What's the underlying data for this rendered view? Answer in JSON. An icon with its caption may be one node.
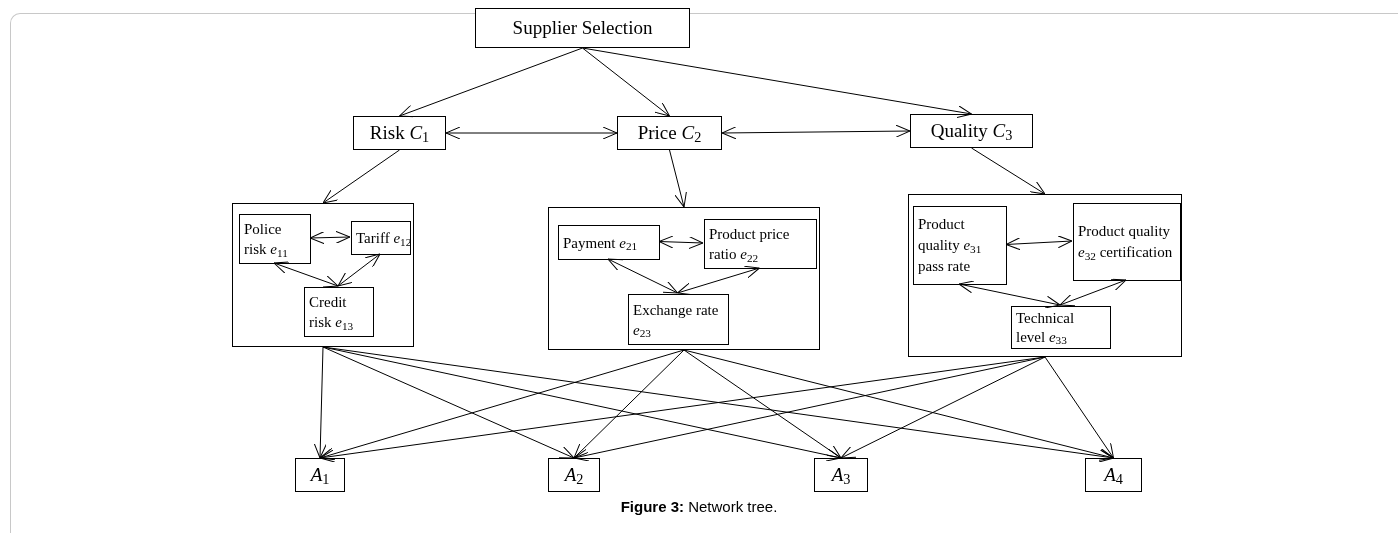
{
  "diagram": {
    "caption": "**Figure 3:** Network tree.",
    "nodes": [
      {
        "text": [
          "Supplier Selection"
        ]
      },
      {
        "text": [
          "Risk *C*$_{1}$"
        ]
      },
      {
        "text": [
          "Price *C*$_{2}$"
        ]
      },
      {
        "text": [
          "Quality *C*$_{3}$"
        ]
      },
      {
        "text": [],
        "shape": "box"
      },
      {
        "text": [
          "Police risk *e*$_{11}$"
        ],
        "in": 4
      },
      {
        "text": [
          "Tariff *e*$_{12}$"
        ],
        "in": 4
      },
      {
        "text": [
          "Credit risk *e*$_{13}$"
        ],
        "in": 4
      },
      {
        "text": [],
        "shape": "box"
      },
      {
        "text": [
          "Payment *e*$_{21}$"
        ],
        "in": 8
      },
      {
        "text": [
          "Product price ratio *e*$_{22}$"
        ],
        "in": 8
      },
      {
        "text": [
          "Exchange rate *e*$_{23}$"
        ],
        "in": 8
      },
      {
        "text": [],
        "shape": "box"
      },
      {
        "text": [
          "Product quality *e*$_{31}$ pass rate"
        ],
        "in": 12
      },
      {
        "text": [
          "Product quality *e*$_{32}$ certification"
        ],
        "in": 12
      },
      {
        "text": [
          "Technical level *e*$_{33}$"
        ],
        "in": 12
      },
      {
        "text": [
          "*A*$_{1}$"
        ]
      },
      {
        "text": [
          "*A*$_{2}$"
        ]
      },
      {
        "text": [
          "*A*$_{3}$"
        ]
      },
      {
        "text": [
          "*A*$_{4}$"
        ]
      }
    ],
    "edges": [
      {
        "from": 0,
        "to": 1,
        "arrow": "to"
      },
      {
        "from": 0,
        "to": 2,
        "arrow": "to"
      },
      {
        "from": 0,
        "to": 3,
        "arrow": "to"
      },
      {
        "from": 1,
        "to": 2,
        "arrow": "both"
      },
      {
        "from": 2,
        "to": 3,
        "arrow": "both"
      },
      {
        "from": 1,
        "to": 4,
        "arrow": "to"
      },
      {
        "from": 2,
        "to": 8,
        "arrow": "to"
      },
      {
        "from": 3,
        "to": 12,
        "arrow": "to"
      },
      {
        "from": 5,
        "to": 6,
        "arrow": "both"
      },
      {
        "from": 5,
        "to": 7,
        "arrow": "both"
      },
      {
        "from": 6,
        "to": 7,
        "arrow": "both"
      },
      {
        "from": 9,
        "to": 10,
        "arrow": "both"
      },
      {
        "from": 9,
        "to": 11,
        "arrow": "both"
      },
      {
        "from": 10,
        "to": 11,
        "arrow": "both"
      },
      {
        "from": 13,
        "to": 14,
        "arrow": "both"
      },
      {
        "from": 13,
        "to": 15,
        "arrow": "both"
      },
      {
        "from": 14,
        "to": 15,
        "arrow": "both"
      },
      {
        "from": 4,
        "to": 16,
        "arrow": "to"
      },
      {
        "from": 4,
        "to": 17,
        "arrow": "to"
      },
      {
        "from": 4,
        "to": 18,
        "arrow": "to"
      },
      {
        "from": 4,
        "to": 19,
        "arrow": "to"
      },
      {
        "from": 8,
        "to": 16,
        "arrow": "to"
      },
      {
        "from": 8,
        "to": 17,
        "arrow": "to"
      },
      {
        "from": 8,
        "to": 18,
        "arrow": "to"
      },
      {
        "from": 8,
        "to": 19,
        "arrow": "to"
      },
      {
        "from": 12,
        "to": 16,
        "arrow": "to"
      },
      {
        "from": 12,
        "to": 17,
        "arrow": "to"
      },
      {
        "from": 12,
        "to": 18,
        "arrow": "to"
      },
      {
        "from": 12,
        "to": 19,
        "arrow": "to"
      }
    ]
  }
}
